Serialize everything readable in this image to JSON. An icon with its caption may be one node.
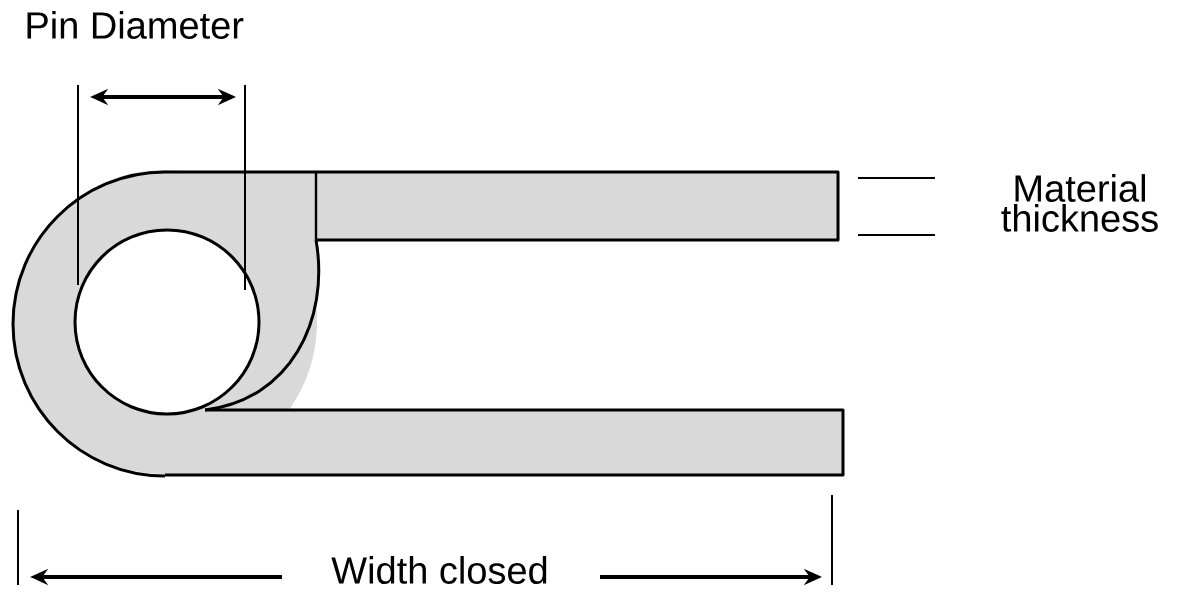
{
  "diagram": {
    "labels": [
      "Pin Diameter",
      "Material thickness",
      "Width closed"
    ]
  }
}
